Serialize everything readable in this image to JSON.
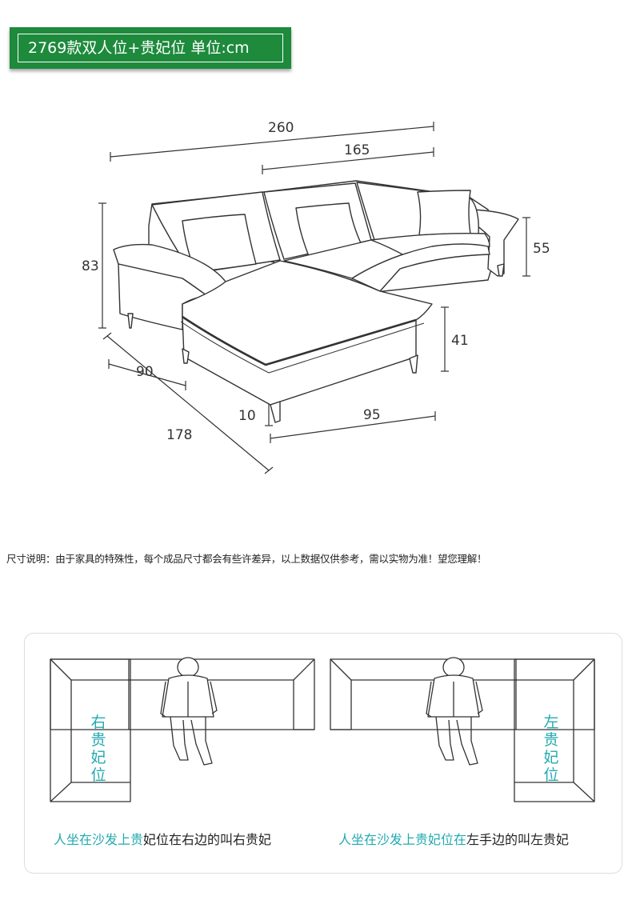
{
  "header": {
    "title": "2769款双人位+贵妃位 单位:cm"
  },
  "dimensions": {
    "total_width": "260",
    "double_seat_width": "165",
    "total_height": "83",
    "armrest_height": "55",
    "seat_height": "41",
    "chaise_depth": "90",
    "total_depth": "178",
    "leg_height": "10",
    "chaise_width": "95"
  },
  "note": "尺寸说明：由于家具的特殊性，每个成品尺寸都会有些许差异，以上数据仅供参考，需以实物为准！望您理解！",
  "guide": {
    "right": {
      "label": "右贵妃位",
      "caption_highlight": "人坐在沙发上贵",
      "caption_rest": "妃位在右边的叫右贵妃"
    },
    "left": {
      "label": "左贵妃位",
      "caption_highlight": "人坐在沙发上贵妃位在",
      "caption_rest": "左手边的叫左贵妃"
    }
  },
  "colors": {
    "header_green": "#1d8a3c",
    "accent_teal": "#22aab0",
    "line": "#333333"
  }
}
